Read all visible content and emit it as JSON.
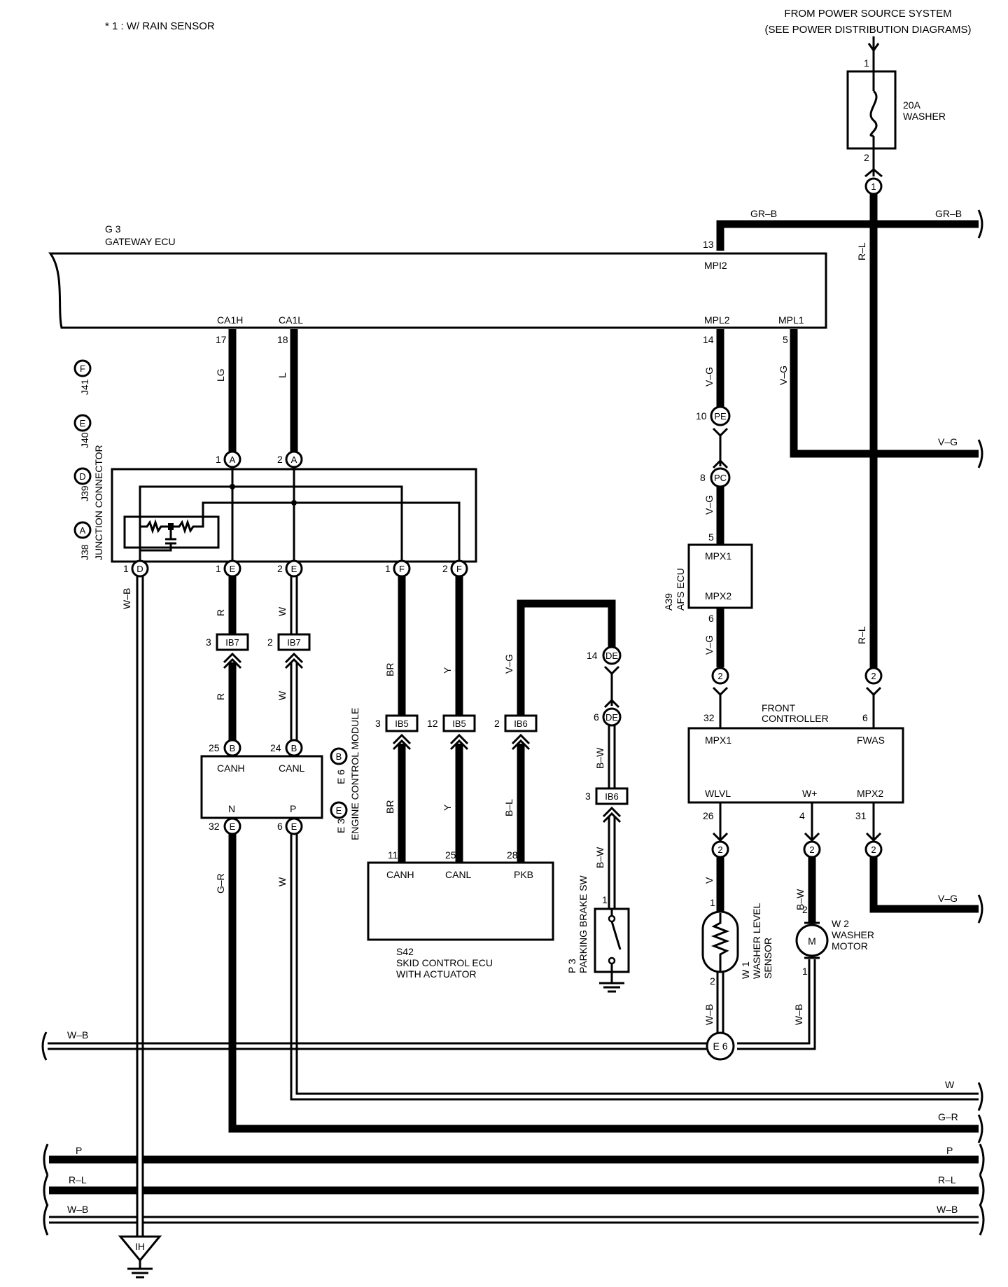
{
  "note": "* 1 : W/ RAIN SENSOR",
  "power_source": {
    "line1": "FROM POWER SOURCE SYSTEM",
    "line2": "(SEE POWER DISTRIBUTION DIAGRAMS)"
  },
  "fuse": {
    "rating": "20A",
    "name": "WASHER",
    "pin_top": "1",
    "pin_bottom": "2",
    "connector": "1"
  },
  "gateway_ecu": {
    "code": "G 3",
    "name": "GATEWAY ECU",
    "pins": [
      {
        "label": "CA1H",
        "num": "17",
        "wire": "LG"
      },
      {
        "label": "CA1L",
        "num": "18",
        "wire": "L"
      },
      {
        "label": "MPL2",
        "num": "14",
        "wire": "V–G"
      },
      {
        "label": "MPL1",
        "num": "5",
        "wire": "V–G"
      },
      {
        "label": "MPI2",
        "num": "13",
        "wire": "GR–B"
      }
    ]
  },
  "right_wires": {
    "top_left": "GR–B",
    "top_right": "GR–B",
    "vertical": "R–L",
    "mid_vg": "V–G",
    "lower_vg": "V–G",
    "lower_rl": "R–L"
  },
  "junction_connector": {
    "codes": [
      "J38",
      "J39",
      "J40",
      "J41"
    ],
    "letters": [
      "A",
      "D",
      "E",
      "F"
    ],
    "name": "JUNCTION CONNECTOR",
    "top_pins": [
      {
        "num": "1",
        "letter": "A"
      },
      {
        "num": "2",
        "letter": "A"
      }
    ],
    "bottom_pins": [
      {
        "num": "1",
        "letter": "D"
      },
      {
        "num": "1",
        "letter": "E"
      },
      {
        "num": "2",
        "letter": "E"
      },
      {
        "num": "1",
        "letter": "F"
      },
      {
        "num": "2",
        "letter": "F"
      }
    ]
  },
  "wires_junction": {
    "wb": "W–B",
    "r": "R",
    "w": "W",
    "br": "BR",
    "y": "Y"
  },
  "ib7": {
    "label": "IB7",
    "pin_a": "3",
    "pin_b": "2"
  },
  "ib5": {
    "label": "IB5",
    "pin_a": "3",
    "pin_b": "12"
  },
  "ib6": {
    "label": "IB6",
    "pin_a": "2",
    "pin_b": "3"
  },
  "engine_module": {
    "codes": [
      "E 3",
      "E 6"
    ],
    "letters": [
      "E",
      "B"
    ],
    "name": "ENGINE CONTROL MODULE",
    "top_pins": [
      {
        "num": "25",
        "letter": "B",
        "label": "CANH"
      },
      {
        "num": "24",
        "letter": "B",
        "label": "CANL"
      }
    ],
    "bottom_pins": [
      {
        "num": "32",
        "letter": "E",
        "label": "N"
      },
      {
        "num": "6",
        "letter": "E",
        "label": "P"
      }
    ],
    "wire_left": "G–R",
    "wire_right": "W"
  },
  "skid_ecu": {
    "code": "S42",
    "name1": "SKID CONTROL ECU",
    "name2": "WITH ACTUATOR",
    "pins": [
      {
        "num": "11",
        "label": "CANH"
      },
      {
        "num": "25",
        "label": "CANL"
      },
      {
        "num": "28",
        "label": "PKB"
      }
    ],
    "wire_br": "BR",
    "wire_y": "Y",
    "wire_bl": "B–L"
  },
  "vg_loop": {
    "wire": "V–G"
  },
  "parking_brake": {
    "code": "P 3",
    "name": "PARKING BRAKE SW",
    "pin": "1",
    "wire": "B–W"
  },
  "de": {
    "label": "DE",
    "pin_a": "14",
    "pin_b": "6"
  },
  "afs_ecu": {
    "code": "A39",
    "name": "AFS ECU",
    "pin_top": "5",
    "pin_bottom": "6",
    "label_top": "MPX1",
    "label_bottom": "MPX2"
  },
  "pe_pc": {
    "pe": "PE",
    "pc": "PC",
    "pe_num": "10",
    "pc_num": "8",
    "wire": "V–G"
  },
  "front_controller": {
    "name1": "FRONT",
    "name2": "CONTROLLER",
    "pins_top": [
      {
        "num": "32",
        "label": "MPX1"
      },
      {
        "num": "6",
        "label": "FWAS"
      }
    ],
    "pins_bottom": [
      {
        "num": "26",
        "label": "WLVL"
      },
      {
        "num": "4",
        "label": "W+"
      },
      {
        "num": "31",
        "label": "MPX2"
      }
    ],
    "conn": "2"
  },
  "washer_level": {
    "code": "W 1",
    "name1": "WASHER LEVEL",
    "name2": "SENSOR",
    "pin_top": "1",
    "pin_bottom": "2",
    "wire_top": "V",
    "wire_bottom": "W–B"
  },
  "washer_motor": {
    "code": "W 2",
    "name1": "WASHER",
    "name2": "MOTOR",
    "symbol": "M",
    "pin_top": "2",
    "pin_bottom": "1",
    "wire_top": "B–W",
    "wire_bottom": "W–B"
  },
  "ground_e6": "E 6",
  "ground_ih": "IH",
  "bus": {
    "wb_top": "W–B",
    "w": "W",
    "gr": "G–R",
    "p_left": "P",
    "p_right": "P",
    "rl_left": "R–L",
    "rl_right": "R–L",
    "wb_left": "W–B",
    "wb_right": "W–B"
  }
}
